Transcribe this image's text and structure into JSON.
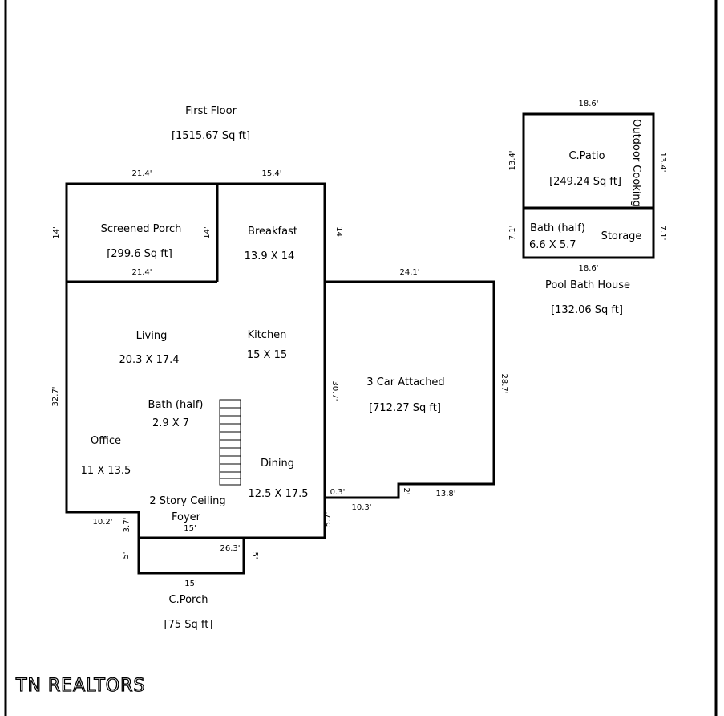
{
  "first_floor": {
    "title": "First Floor",
    "area": "[1515.67 Sq ft]",
    "rooms": {
      "screened_porch": {
        "name": "Screened Porch",
        "area": "[299.6 Sq ft]"
      },
      "breakfast": {
        "name": "Breakfast",
        "size": "13.9 X 14"
      },
      "living": {
        "name": "Living",
        "size": "20.3 X 17.4"
      },
      "kitchen": {
        "name": "Kitchen",
        "size": "15 X 15"
      },
      "bath_half": {
        "name": "Bath (half)",
        "size": "2.9 X 7"
      },
      "office": {
        "name": "Office",
        "size": "11 X 13.5"
      },
      "dining": {
        "name": "Dining",
        "size": "12.5 X 17.5"
      },
      "two_story": {
        "name": "2 Story Ceiling"
      },
      "foyer": {
        "name": "Foyer"
      }
    },
    "dims": {
      "top_left": "21.4'",
      "top_right": "15.4'",
      "sp_left": "14'",
      "sp_right": "14'",
      "sp_bottom": "21.4'",
      "breakfast_right": "14'",
      "left_side": "32.7'",
      "bottom_left": "10.2'",
      "foyer_step": "3.7'",
      "foyer_bottom": "15'",
      "garage_step": "5.7'"
    }
  },
  "garage": {
    "name": "3 Car Attached",
    "area": "[712.27 Sq ft]",
    "dims": {
      "top": "24.1'",
      "right": "28.7'",
      "left": "30.7'",
      "notch_small": "0.3'",
      "notch_bottom": "10.3'",
      "notch_step": "2'",
      "bottom_right": "13.8'"
    }
  },
  "porch": {
    "name": "C.Porch",
    "area": "[75 Sq ft]",
    "dims": {
      "left": "5'",
      "right": "5'",
      "top_right": "26.3'",
      "bottom": "15'"
    }
  },
  "pool_house": {
    "name": "Pool Bath House",
    "area": "[132.06 Sq ft]",
    "patio": {
      "name": "C.Patio",
      "area": "[249.24 Sq ft]"
    },
    "outdoor": "Outdoor Cooking",
    "bath": {
      "name": "Bath (half)",
      "size": "6.6 X 5.7"
    },
    "storage": "Storage",
    "dims": {
      "top": "18.6'",
      "bottom": "18.6'",
      "left_top": "13.4'",
      "right_top": "13.4'",
      "left_bottom": "7.1'",
      "right_bottom": "7.1'"
    }
  },
  "brand": "TN REALTORS"
}
